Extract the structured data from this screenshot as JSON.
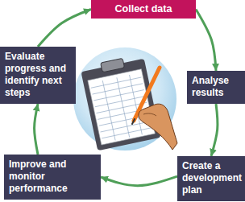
{
  "diagram": {
    "nodes": [
      {
        "text": [
          "Collect data"
        ]
      },
      {
        "text": [
          "Analyse results"
        ]
      },
      {
        "text": [
          "Create a development plan"
        ]
      },
      {
        "text": [
          "Improve and monitor performance"
        ]
      },
      {
        "text": [
          "Evaluate progress and identify next steps"
        ]
      }
    ],
    "edges": [
      {
        "from": 0,
        "to": 1,
        "arrow": "to"
      },
      {
        "from": 1,
        "to": 2,
        "arrow": "to"
      },
      {
        "from": 2,
        "to": 3,
        "arrow": "to"
      },
      {
        "from": 3,
        "to": 4,
        "arrow": "to"
      },
      {
        "from": 4,
        "to": 0,
        "arrow": "to"
      }
    ]
  }
}
